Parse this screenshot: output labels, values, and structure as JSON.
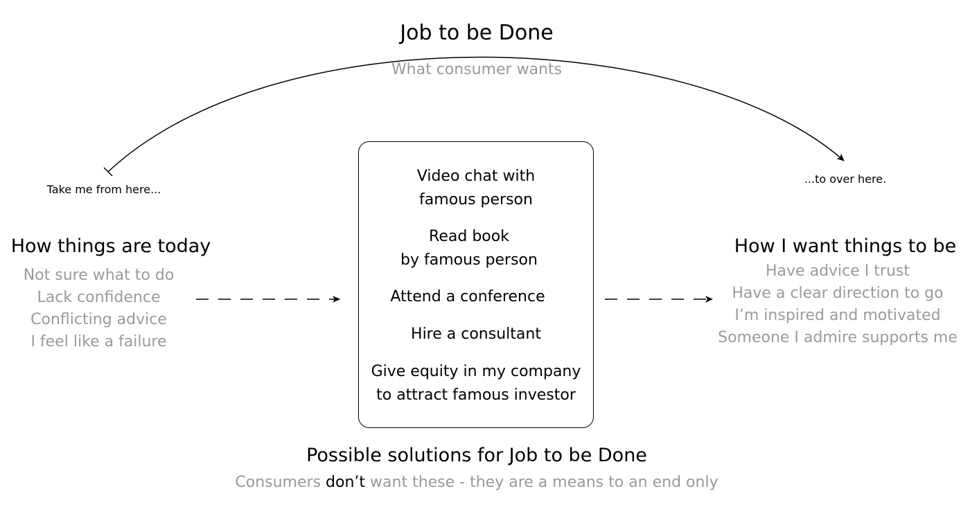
{
  "job": {
    "title": "Job to be Done",
    "subtitle": "What consumer wants",
    "start_label": "Take me from here...",
    "end_label": "...to over here."
  },
  "today": {
    "heading": "How things are today",
    "items": [
      "Not sure what to do",
      "Lack confidence",
      "Conflicting advice",
      "I feel like a failure"
    ]
  },
  "desired": {
    "heading": "How I want things to be",
    "items": [
      "Have advice I trust",
      "Have a clear direction to go",
      "I’m inspired and motivated",
      "Someone I admire supports me"
    ]
  },
  "solutions": {
    "items": [
      [
        "Video chat with",
        "famous person"
      ],
      [
        "Read book",
        "by famous person"
      ],
      [
        "Attend a conference"
      ],
      [
        "Hire a consultant"
      ],
      [
        "Give equity in my company",
        "to attract famous investor"
      ]
    ],
    "title": "Possible solutions for Job to be Done",
    "note_prefix": "Consumers",
    "note_emphasis": "don’t",
    "note_suffix": "want these - they are a means to an end only"
  },
  "colors": {
    "text": "#000000",
    "muted": "#999999",
    "background": "#ffffff"
  }
}
